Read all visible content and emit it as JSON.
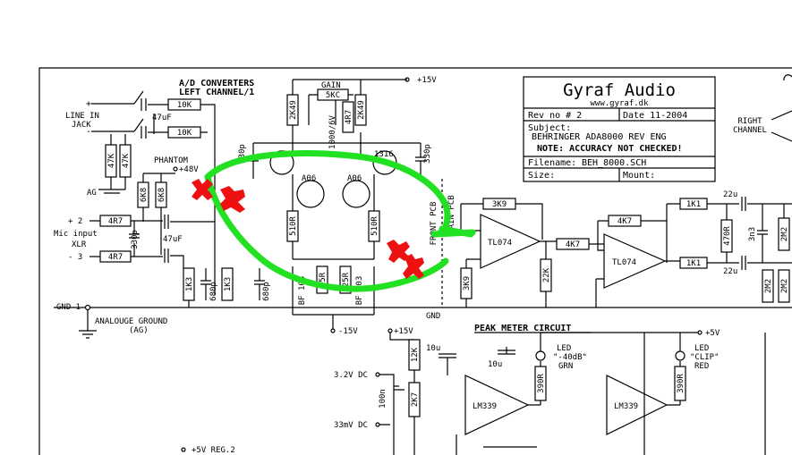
{
  "title_block": {
    "company": "Gyraf Audio",
    "website": "www.gyraf.dk",
    "rev_label": "Rev no # 2",
    "date_label": "Date 11-2004",
    "subject_label": "Subject:",
    "subject_value": "BEHRINGER ADA8000 REV ENG",
    "note": "NOTE: ACCURACY NOT CHECKED!",
    "filename_label": "Filename:",
    "filename_value": "BEH_8000.SCH",
    "size_label": "Size:",
    "mount_label": "Mount:"
  },
  "headings": {
    "ad_converters": "A/D CONVERTERS",
    "left_channel": "LEFT CHANNEL/1",
    "right_channel_1": "RIGHT",
    "right_channel_2": "CHANNEL",
    "peak_meter": "PEAK METER CIRCUIT",
    "gain": "GAIN",
    "front_pcb": "FRONT PCB",
    "main_pcb": "MAIN PCB"
  },
  "inputs": {
    "line_plus": "+",
    "line_minus": "-",
    "line_in_1": "LINE IN",
    "line_in_2": "JACK",
    "mic_plus": "+ 2",
    "mic_label": "Mic input",
    "mic_xlr": "XLR",
    "mic_minus": "- 3",
    "phantom": "PHANTOM",
    "phantom_v": "+48V",
    "ag": "AG",
    "gnd1": "GND 1",
    "analog_ground": "ANALOUGE GROUND",
    "ag_paren": "(AG)",
    "gnd": "GND",
    "v32": "3.2V DC",
    "v33m": "33mV DC",
    "reg": "+5V REG.2"
  },
  "rails": {
    "p15_top": "+15V",
    "m15": "-15V",
    "p15_meter": "+15V",
    "p5": "+5V"
  },
  "components": {
    "r10k_a": "10K",
    "r10k_b": "10K",
    "c47u_a": "47uF",
    "r47k_a": "47K",
    "r47k_b": "47K",
    "r6k8_a": "6K8",
    "r6k8_b": "6K8",
    "r4r7_a": "4R7",
    "r4r7_b": "4R7",
    "c330p_a": "330p",
    "c47u_b": "47uF",
    "r1k3_a": "1K3",
    "r1k3_b": "1K3",
    "c680p_a": "680p",
    "c680p_b": "680p",
    "r2k49_a": "2K49",
    "r5kc": "5KC",
    "c1000u": "1000/6V",
    "r2k49_b": "2K49",
    "r4r7_c": "4R7",
    "c330p_b": "330p",
    "c330p_c": "330p",
    "q1316_a": "1316",
    "q1316_b": "1316",
    "qa06_a": "A06",
    "qa06_b": "A06",
    "r510_a": "510R",
    "r510_b": "510R",
    "d_bf103_a": "BF 103",
    "d_bf103_b": "BF 103",
    "r25r_a": "25R",
    "r25r_b": "25R",
    "r3k9_a": "3K9",
    "r3k9_b": "3K9",
    "r22k": "22K",
    "r4k7_a": "4K7",
    "r4k7_b": "4K7",
    "op_tl074_a": "TL074",
    "op_tl074_b": "TL074",
    "r1k1_a": "1K1",
    "r1k1_b": "1K1",
    "c22u_a": "22u",
    "c22u_b": "22u",
    "r470r": "470R",
    "c3n3": "3n3",
    "r2m2_a": "2M2",
    "r2m2_b": "2M2",
    "r2m2_c": "2M2",
    "c10u_a": "10u",
    "c10u_b": "10u",
    "r12k": "12K",
    "r2k7": "2K7",
    "c100n": "100n",
    "op_lm339_a": "LM339",
    "op_lm339_b": "LM339",
    "r390_a": "390R",
    "r390_b": "390R",
    "led_40_1": "LED",
    "led_40_2": "\"-40dB\"",
    "led_40_3": "GRN",
    "led_clip_1": "LED",
    "led_clip_2": "\"CLIP\"",
    "led_clip_3": "RED"
  },
  "annotation_colors": {
    "highlight": "#22e022",
    "marks": "#ee1111"
  }
}
